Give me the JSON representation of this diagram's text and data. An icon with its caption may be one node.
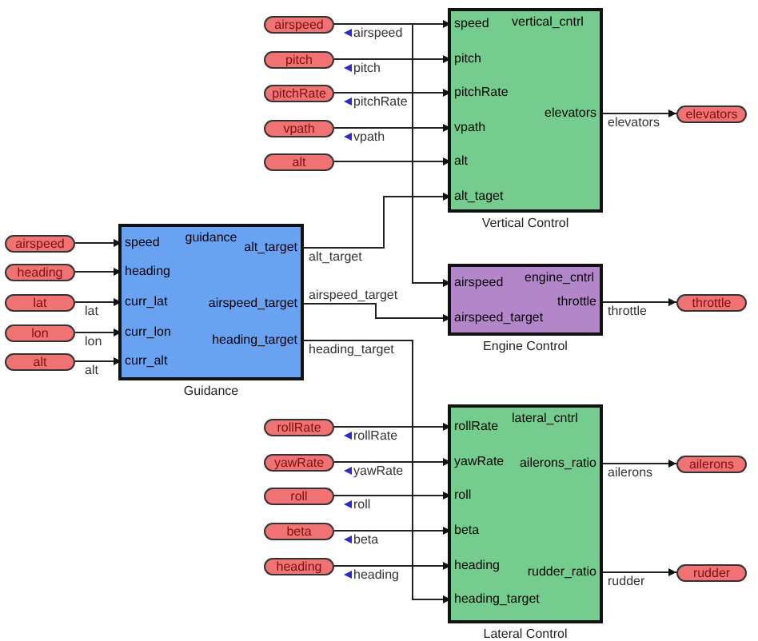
{
  "diagram": {
    "nodes": [
      {
        "text": [
          "airspeed"
        ]
      },
      {
        "text": [
          "pitch"
        ]
      },
      {
        "text": [
          "pitchRate"
        ]
      },
      {
        "text": [
          "vpath"
        ]
      },
      {
        "text": [
          "alt"
        ]
      },
      {
        "text": [
          "vertical_cntrl"
        ],
        "beside": [
          "Vertical Control"
        ]
      },
      {
        "text": [
          "speed"
        ],
        "in": 5
      },
      {
        "text": [
          "pitch"
        ],
        "in": 5
      },
      {
        "text": [
          "pitchRate"
        ],
        "in": 5
      },
      {
        "text": [
          "vpath"
        ],
        "in": 5
      },
      {
        "text": [
          "alt"
        ],
        "in": 5
      },
      {
        "text": [
          "alt_taget"
        ],
        "in": 5
      },
      {
        "text": [
          "elevators"
        ],
        "in": 5
      },
      {
        "text": [
          "elevators"
        ]
      },
      {
        "text": [
          "airspeed"
        ]
      },
      {
        "text": [
          "heading"
        ]
      },
      {
        "text": [
          "lat"
        ]
      },
      {
        "text": [
          "lon"
        ]
      },
      {
        "text": [
          "alt"
        ]
      },
      {
        "text": [
          "guidance"
        ],
        "beside": [
          "Guidance"
        ]
      },
      {
        "text": [
          "speed"
        ],
        "in": 19
      },
      {
        "text": [
          "heading"
        ],
        "in": 19
      },
      {
        "text": [
          "curr_lat"
        ],
        "in": 19
      },
      {
        "text": [
          "curr_lon"
        ],
        "in": 19
      },
      {
        "text": [
          "curr_alt"
        ],
        "in": 19
      },
      {
        "text": [
          "alt_target"
        ],
        "in": 19
      },
      {
        "text": [
          "airspeed_target"
        ],
        "in": 19
      },
      {
        "text": [
          "heading_target"
        ],
        "in": 19
      },
      {
        "text": [
          "engine_cntrl"
        ],
        "beside": [
          "Engine Control"
        ]
      },
      {
        "text": [
          "airspeed"
        ],
        "in": 28
      },
      {
        "text": [
          "airspeed_target"
        ],
        "in": 28
      },
      {
        "text": [
          "throttle"
        ],
        "in": 28
      },
      {
        "text": [
          "throttle"
        ]
      },
      {
        "text": [
          "rollRate"
        ]
      },
      {
        "text": [
          "yawRate"
        ]
      },
      {
        "text": [
          "roll"
        ]
      },
      {
        "text": [
          "beta"
        ]
      },
      {
        "text": [
          "heading"
        ]
      },
      {
        "text": [
          "lateral_cntrl"
        ],
        "beside": [
          "Lateral Control"
        ]
      },
      {
        "text": [
          "rollRate"
        ],
        "in": 38
      },
      {
        "text": [
          "yawRate"
        ],
        "in": 38
      },
      {
        "text": [
          "roll"
        ],
        "in": 38
      },
      {
        "text": [
          "beta"
        ],
        "in": 38
      },
      {
        "text": [
          "heading"
        ],
        "in": 38
      },
      {
        "text": [
          "heading_target"
        ],
        "in": 38
      },
      {
        "text": [
          "ailerons_ratio"
        ],
        "in": 38
      },
      {
        "text": [
          "rudder_ratio"
        ],
        "in": 38
      },
      {
        "text": [
          "ailerons"
        ]
      },
      {
        "text": [
          "rudder"
        ]
      }
    ],
    "edges": [
      {
        "from": 0,
        "to": 6,
        "arrow": "to",
        "label": "airspeed"
      },
      {
        "from": 0,
        "to": 29,
        "arrow": "to"
      },
      {
        "from": 1,
        "to": 7,
        "arrow": "to",
        "label": "pitch"
      },
      {
        "from": 2,
        "to": 8,
        "arrow": "to",
        "label": "pitchRate"
      },
      {
        "from": 3,
        "to": 9,
        "arrow": "to",
        "label": "vpath"
      },
      {
        "from": 4,
        "to": 10,
        "arrow": "to"
      },
      {
        "from": 25,
        "to": 11,
        "arrow": "to",
        "label": "alt_target"
      },
      {
        "from": 12,
        "to": 13,
        "arrow": "to",
        "label": "elevators"
      },
      {
        "from": 14,
        "to": 20,
        "arrow": "to"
      },
      {
        "from": 15,
        "to": 21,
        "arrow": "to"
      },
      {
        "from": 16,
        "to": 22,
        "arrow": "to",
        "label": "lat"
      },
      {
        "from": 17,
        "to": 23,
        "arrow": "to",
        "label": "lon"
      },
      {
        "from": 18,
        "to": 24,
        "arrow": "to",
        "label": "alt"
      },
      {
        "from": 26,
        "to": 30,
        "arrow": "to",
        "label": "airspeed_target"
      },
      {
        "from": 31,
        "to": 32,
        "arrow": "to",
        "label": "throttle"
      },
      {
        "from": 33,
        "to": 39,
        "arrow": "to",
        "label": "rollRate"
      },
      {
        "from": 34,
        "to": 40,
        "arrow": "to",
        "label": "yawRate"
      },
      {
        "from": 35,
        "to": 41,
        "arrow": "to",
        "label": "roll"
      },
      {
        "from": 36,
        "to": 42,
        "arrow": "to",
        "label": "beta"
      },
      {
        "from": 37,
        "to": 43,
        "arrow": "to",
        "label": "heading"
      },
      {
        "from": 27,
        "to": 44,
        "arrow": "to",
        "label": "heading_target"
      },
      {
        "from": 45,
        "to": 47,
        "arrow": "to",
        "label": "ailerons"
      },
      {
        "from": 46,
        "to": 48,
        "arrow": "to",
        "label": "rudder"
      }
    ]
  }
}
